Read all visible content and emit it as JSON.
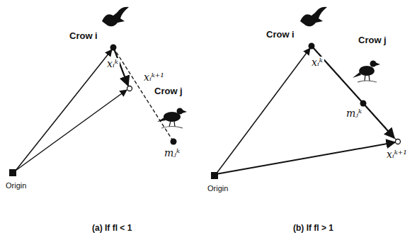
{
  "diagram": {
    "labels": [
      "Crow i",
      "xᵢᵏ",
      "xᵢᵏ⁺¹",
      "Crow j",
      "mⱼᵏ",
      "Origin",
      "(a) If fl < 1",
      "Crow i",
      "Crow j",
      "xᵢᵏ",
      "mⱼᵏ",
      "xᵢᵏ⁺¹",
      "Origin",
      "(b) If fl > 1"
    ]
  }
}
